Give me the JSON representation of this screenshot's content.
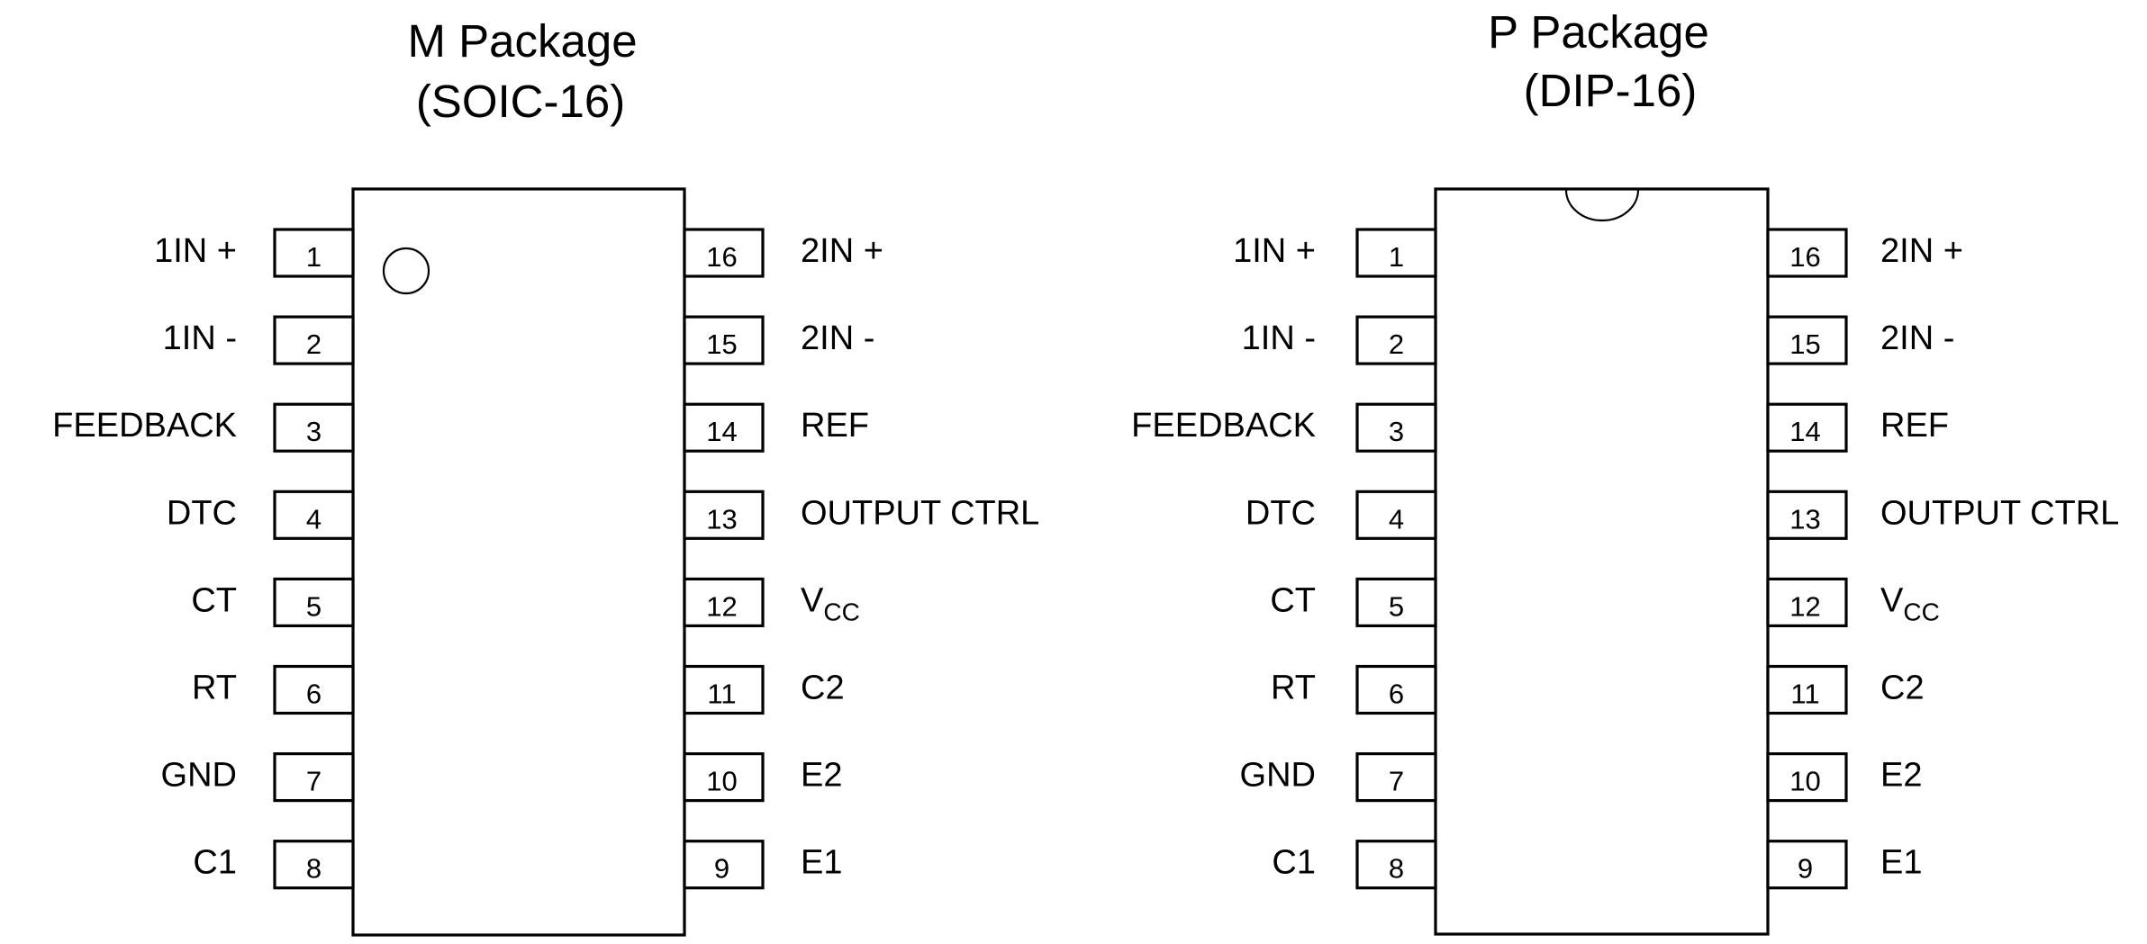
{
  "packages": [
    {
      "id": "m-package",
      "title": "M Package",
      "subtitle": "(SOIC-16)",
      "orientation_marker": "dot-circle",
      "left_pins": [
        {
          "num": "1",
          "label": "1IN +"
        },
        {
          "num": "2",
          "label": "1IN -"
        },
        {
          "num": "3",
          "label": "FEEDBACK"
        },
        {
          "num": "4",
          "label": "DTC"
        },
        {
          "num": "5",
          "label": "CT"
        },
        {
          "num": "6",
          "label": "RT"
        },
        {
          "num": "7",
          "label": "GND"
        },
        {
          "num": "8",
          "label": "C1"
        }
      ],
      "right_pins": [
        {
          "num": "16",
          "label": "2IN +"
        },
        {
          "num": "15",
          "label": "2IN -"
        },
        {
          "num": "14",
          "label": "REF"
        },
        {
          "num": "13",
          "label": "OUTPUT CTRL"
        },
        {
          "num": "12",
          "label": "V",
          "label_sub": "CC"
        },
        {
          "num": "11",
          "label": "C2"
        },
        {
          "num": "10",
          "label": "E2"
        },
        {
          "num": "9",
          "label": "E1"
        }
      ]
    },
    {
      "id": "p-package",
      "title": "P Package",
      "subtitle": "(DIP-16)",
      "orientation_marker": "notch",
      "left_pins": [
        {
          "num": "1",
          "label": "1IN +"
        },
        {
          "num": "2",
          "label": "1IN -"
        },
        {
          "num": "3",
          "label": "FEEDBACK"
        },
        {
          "num": "4",
          "label": "DTC"
        },
        {
          "num": "5",
          "label": "CT"
        },
        {
          "num": "6",
          "label": "RT"
        },
        {
          "num": "7",
          "label": "GND"
        },
        {
          "num": "8",
          "label": "C1"
        }
      ],
      "right_pins": [
        {
          "num": "16",
          "label": "2IN +"
        },
        {
          "num": "15",
          "label": "2IN -"
        },
        {
          "num": "14",
          "label": "REF"
        },
        {
          "num": "13",
          "label": "OUTPUT CTRL"
        },
        {
          "num": "12",
          "label": "V",
          "label_sub": "CC"
        },
        {
          "num": "11",
          "label": "C2"
        },
        {
          "num": "10",
          "label": "E2"
        },
        {
          "num": "9",
          "label": "E1"
        }
      ]
    }
  ]
}
